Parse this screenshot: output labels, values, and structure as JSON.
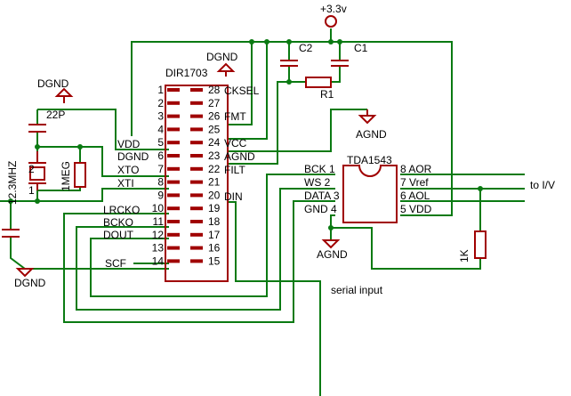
{
  "colors": {
    "wire": "#0a7a12",
    "part": "#a00000",
    "text": "#000000",
    "background": "#ffffff"
  },
  "supply": {
    "label": "+3.3v"
  },
  "grounds": {
    "dgnd_top": "DGND",
    "dgnd_left": "DGND",
    "dgnd_bottom": "DGND",
    "agnd_mid": "AGND",
    "agnd_bottom": "AGND"
  },
  "dir1703": {
    "name": "DIR1703",
    "left_pins": [
      "1",
      "2",
      "3",
      "4",
      "5",
      "6",
      "7",
      "8",
      "9",
      "10",
      "11",
      "12",
      "13",
      "14"
    ],
    "right_pins": [
      "28",
      "27",
      "26",
      "25",
      "24",
      "23",
      "22",
      "21",
      "20",
      "19",
      "18",
      "17",
      "16",
      "15"
    ],
    "left_labels": {
      "vdd": "VDD",
      "dgnd": "DGND",
      "xto": "XTO",
      "xti": "XTI",
      "lrcko": "LRCKO",
      "bcko": "BCKO",
      "dout": "DOUT",
      "scf": "SCF"
    },
    "right_labels": {
      "cksel": "CKSEL",
      "fmt": "FMT",
      "vcc": "VCC",
      "agnd": "AGND",
      "filt": "FILT",
      "din": "DIN"
    }
  },
  "tda1543": {
    "name": "TDA1543",
    "left_labels": [
      "BCK",
      "WS",
      "DATA",
      "GND"
    ],
    "left_pins": [
      "1",
      "2",
      "3",
      "4"
    ],
    "right_labels": [
      "AOR",
      "Vref",
      "AOL",
      "VDD"
    ],
    "right_pins": [
      "8",
      "7",
      "6",
      "5"
    ]
  },
  "components": {
    "c1": "C1",
    "c2": "C2",
    "r1": "R1",
    "c22p": "22P",
    "crystal": "12.3MHZ",
    "crystal_pin1": "1",
    "crystal_pin2": "2",
    "r_1meg": "1MEG",
    "r_1k": "1K"
  },
  "annotations": {
    "serial_input": "serial input",
    "to_iv": "to I/V"
  }
}
